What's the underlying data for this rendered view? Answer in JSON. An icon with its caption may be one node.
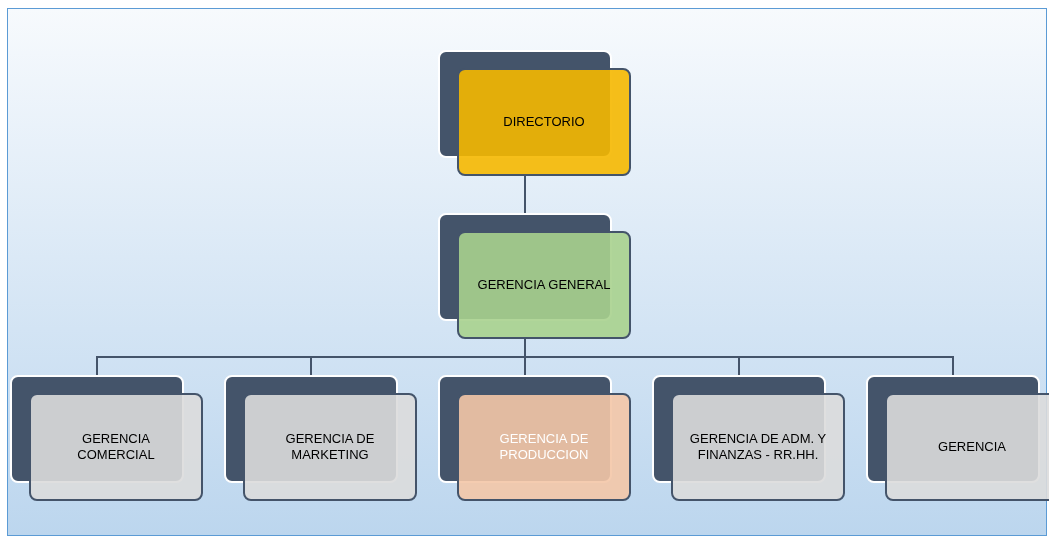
{
  "diagram": {
    "nodes": [
      {
        "text": [
          "DIRECTORIO"
        ]
      },
      {
        "text": [
          "GERENCIA GENERAL"
        ]
      },
      {
        "text": [
          "GERENCIA COMERCIAL"
        ]
      },
      {
        "text": [
          "GERENCIA DE MARKETING"
        ]
      },
      {
        "text": [
          "GERENCIA DE PRODUCCION"
        ]
      },
      {
        "text": [
          "GERENCIA DE ADM. Y FINANZAS - RR.HH."
        ]
      },
      {
        "text": [
          "GERENCIA"
        ]
      }
    ],
    "edges": [
      {
        "from": 0,
        "to": 1,
        "arrow": "none"
      },
      {
        "from": 1,
        "to": 2,
        "arrow": "none"
      },
      {
        "from": 1,
        "to": 3,
        "arrow": "none"
      },
      {
        "from": 1,
        "to": 4,
        "arrow": "none"
      },
      {
        "from": 1,
        "to": 5,
        "arrow": "none"
      },
      {
        "from": 1,
        "to": 6,
        "arrow": "none"
      }
    ]
  }
}
